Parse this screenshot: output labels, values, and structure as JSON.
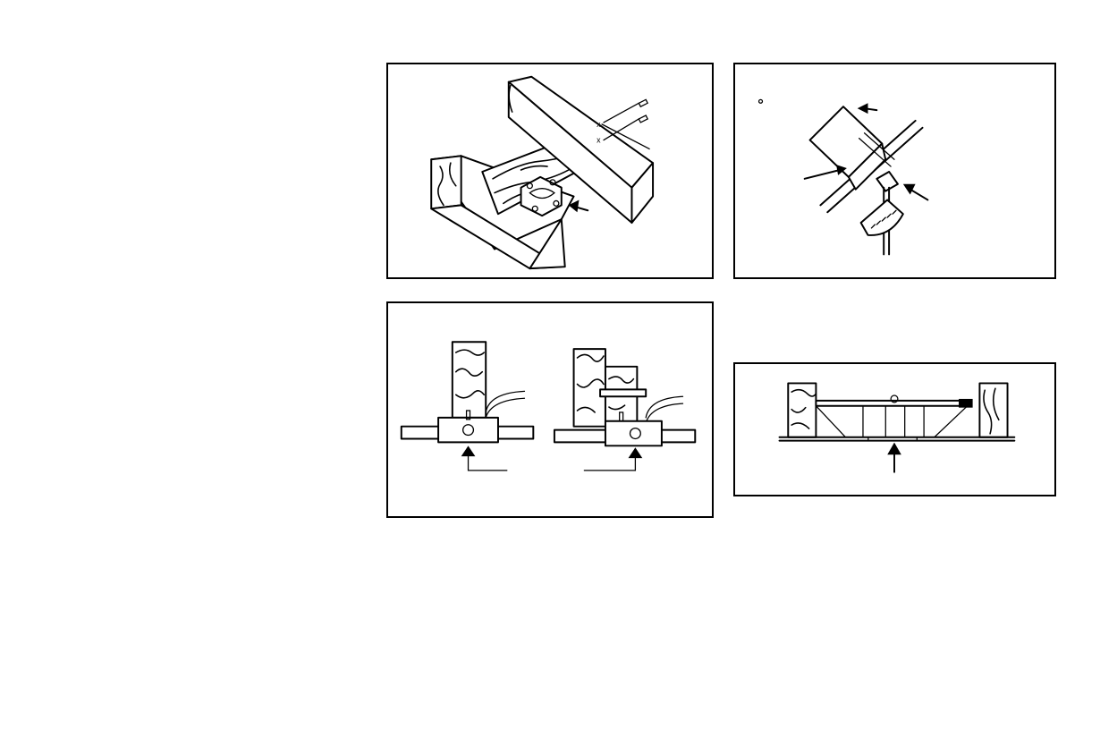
{
  "figures": [
    {
      "id": "fig-a",
      "depicts": "joist-bracket-mount-icon"
    },
    {
      "id": "fig-b",
      "depicts": "rail-angle-bracket-icon"
    },
    {
      "id": "fig-c",
      "depicts": "post-bracket-side-views-icon"
    },
    {
      "id": "fig-d",
      "depicts": "door-header-rail-icon"
    }
  ],
  "colors": {
    "line": "#000000",
    "paper": "#ffffff"
  }
}
